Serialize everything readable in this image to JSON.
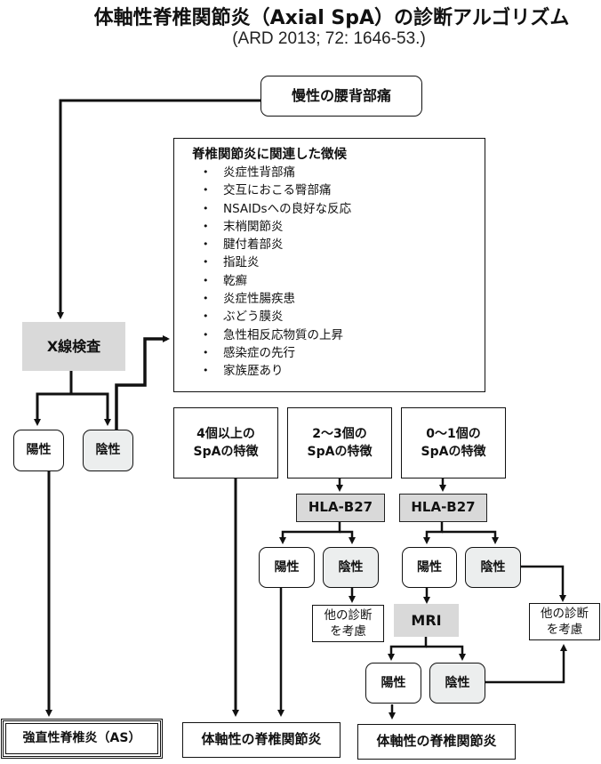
{
  "title": "体軸性脊椎関節炎（Axial SpA）の診断アルゴリズム",
  "subtitle": "(ARD 2013; 72: 1646-53.)",
  "start": "慢性の腰背部痛",
  "xray": "X線検査",
  "xray_positive": "陽性",
  "xray_negative": "陰性",
  "signs": {
    "title": "脊椎関節炎に関連した徴候",
    "bullet": "•",
    "items": [
      "炎症性背部痛",
      "交互におこる臀部痛",
      "NSAIDsへの良好な反応",
      "末梢関節炎",
      "腱付着部炎",
      "指趾炎",
      "乾癬",
      "炎症性腸疾患",
      "ぶどう膜炎",
      "急性相反応物質の上昇",
      "感染症の先行",
      "家族歴あり"
    ]
  },
  "features": [
    {
      "line1": "4個以上の",
      "line2": "SpAの特徴"
    },
    {
      "line1": "2～3個の",
      "line2": "SpAの特徴"
    },
    {
      "line1": "0～1個の",
      "line2": "SpAの特徴"
    }
  ],
  "hla1": "HLA-B27",
  "hla2": "HLA-B27",
  "hla1_positive": "陽性",
  "hla1_negative": "陰性",
  "hla2_positive": "陽性",
  "hla2_negative": "陰性",
  "other_dx_1": {
    "line1": "他の診断",
    "line2": "を考慮"
  },
  "other_dx_2": {
    "line1": "他の診断",
    "line2": "を考慮"
  },
  "mri": "MRI",
  "mri_positive": "陽性",
  "mri_negative": "陰性",
  "outcome_as": "強直性脊椎炎（AS）",
  "outcome_axial_1": "体軸性の脊椎関節炎",
  "outcome_axial_2": "体軸性の脊椎関節炎"
}
